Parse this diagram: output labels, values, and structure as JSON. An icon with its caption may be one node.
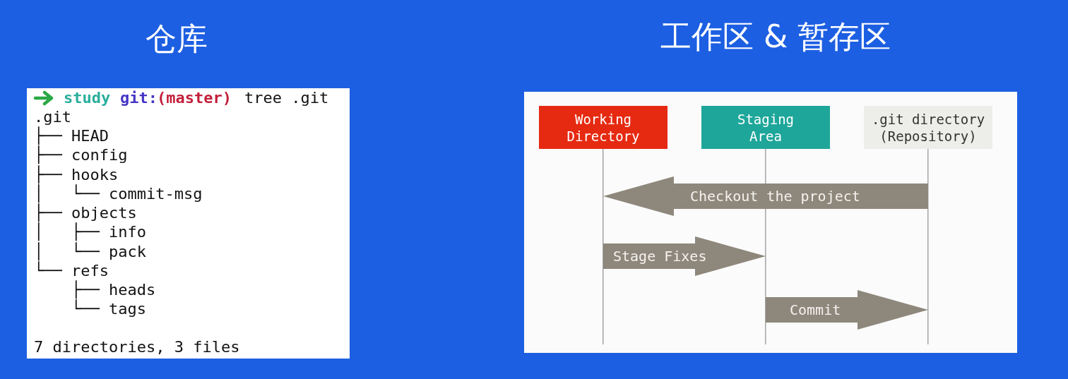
{
  "diagram": {
    "nodes": [
      {
        "text": [
          "Working Directory"
        ]
      },
      {
        "text": [
          "Staging Area"
        ]
      },
      {
        "text": [
          ".git directory (Repository)"
        ]
      }
    ],
    "edges": [
      {
        "from": 2,
        "to": 0,
        "arrow": "to",
        "label": "Checkout the project"
      },
      {
        "from": 0,
        "to": 1,
        "arrow": "to",
        "label": "Stage Fixes"
      },
      {
        "from": 1,
        "to": 2,
        "arrow": "to",
        "label": "Commit"
      }
    ],
    "labels": [
      "仓库",
      "工作区 & 暂存区",
      "study",
      "git:",
      "(master)",
      "tree .git",
      ".git",
      "├── HEAD",
      "├── config",
      "├── hooks",
      "│   └── commit-msg",
      "├── objects",
      "│   ├── info",
      "│   └── pack",
      "└── refs",
      "    ├── heads",
      "    └── tags",
      "7 directories, 3 files"
    ]
  }
}
